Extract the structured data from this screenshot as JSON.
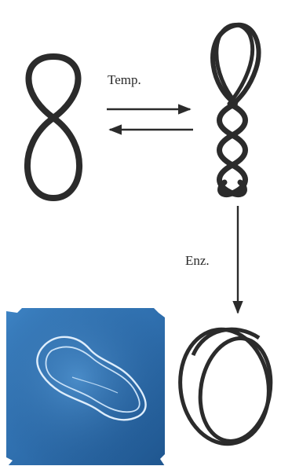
{
  "labels": {
    "temperature": "Temp.",
    "enzyme": "Enz."
  },
  "colors": {
    "strand": "#2b2b2b",
    "micrograph_background": "#2f6fae",
    "micrograph_strand": "#dfeefc"
  },
  "structures": [
    {
      "name": "figure-eight-loop",
      "icon": "figure-eight"
    },
    {
      "name": "supercoiled-loop",
      "icon": "twisted-helix"
    },
    {
      "name": "knotted-loop",
      "icon": "overlapping-loops"
    },
    {
      "name": "electron-micrograph",
      "icon": "micrograph"
    }
  ]
}
